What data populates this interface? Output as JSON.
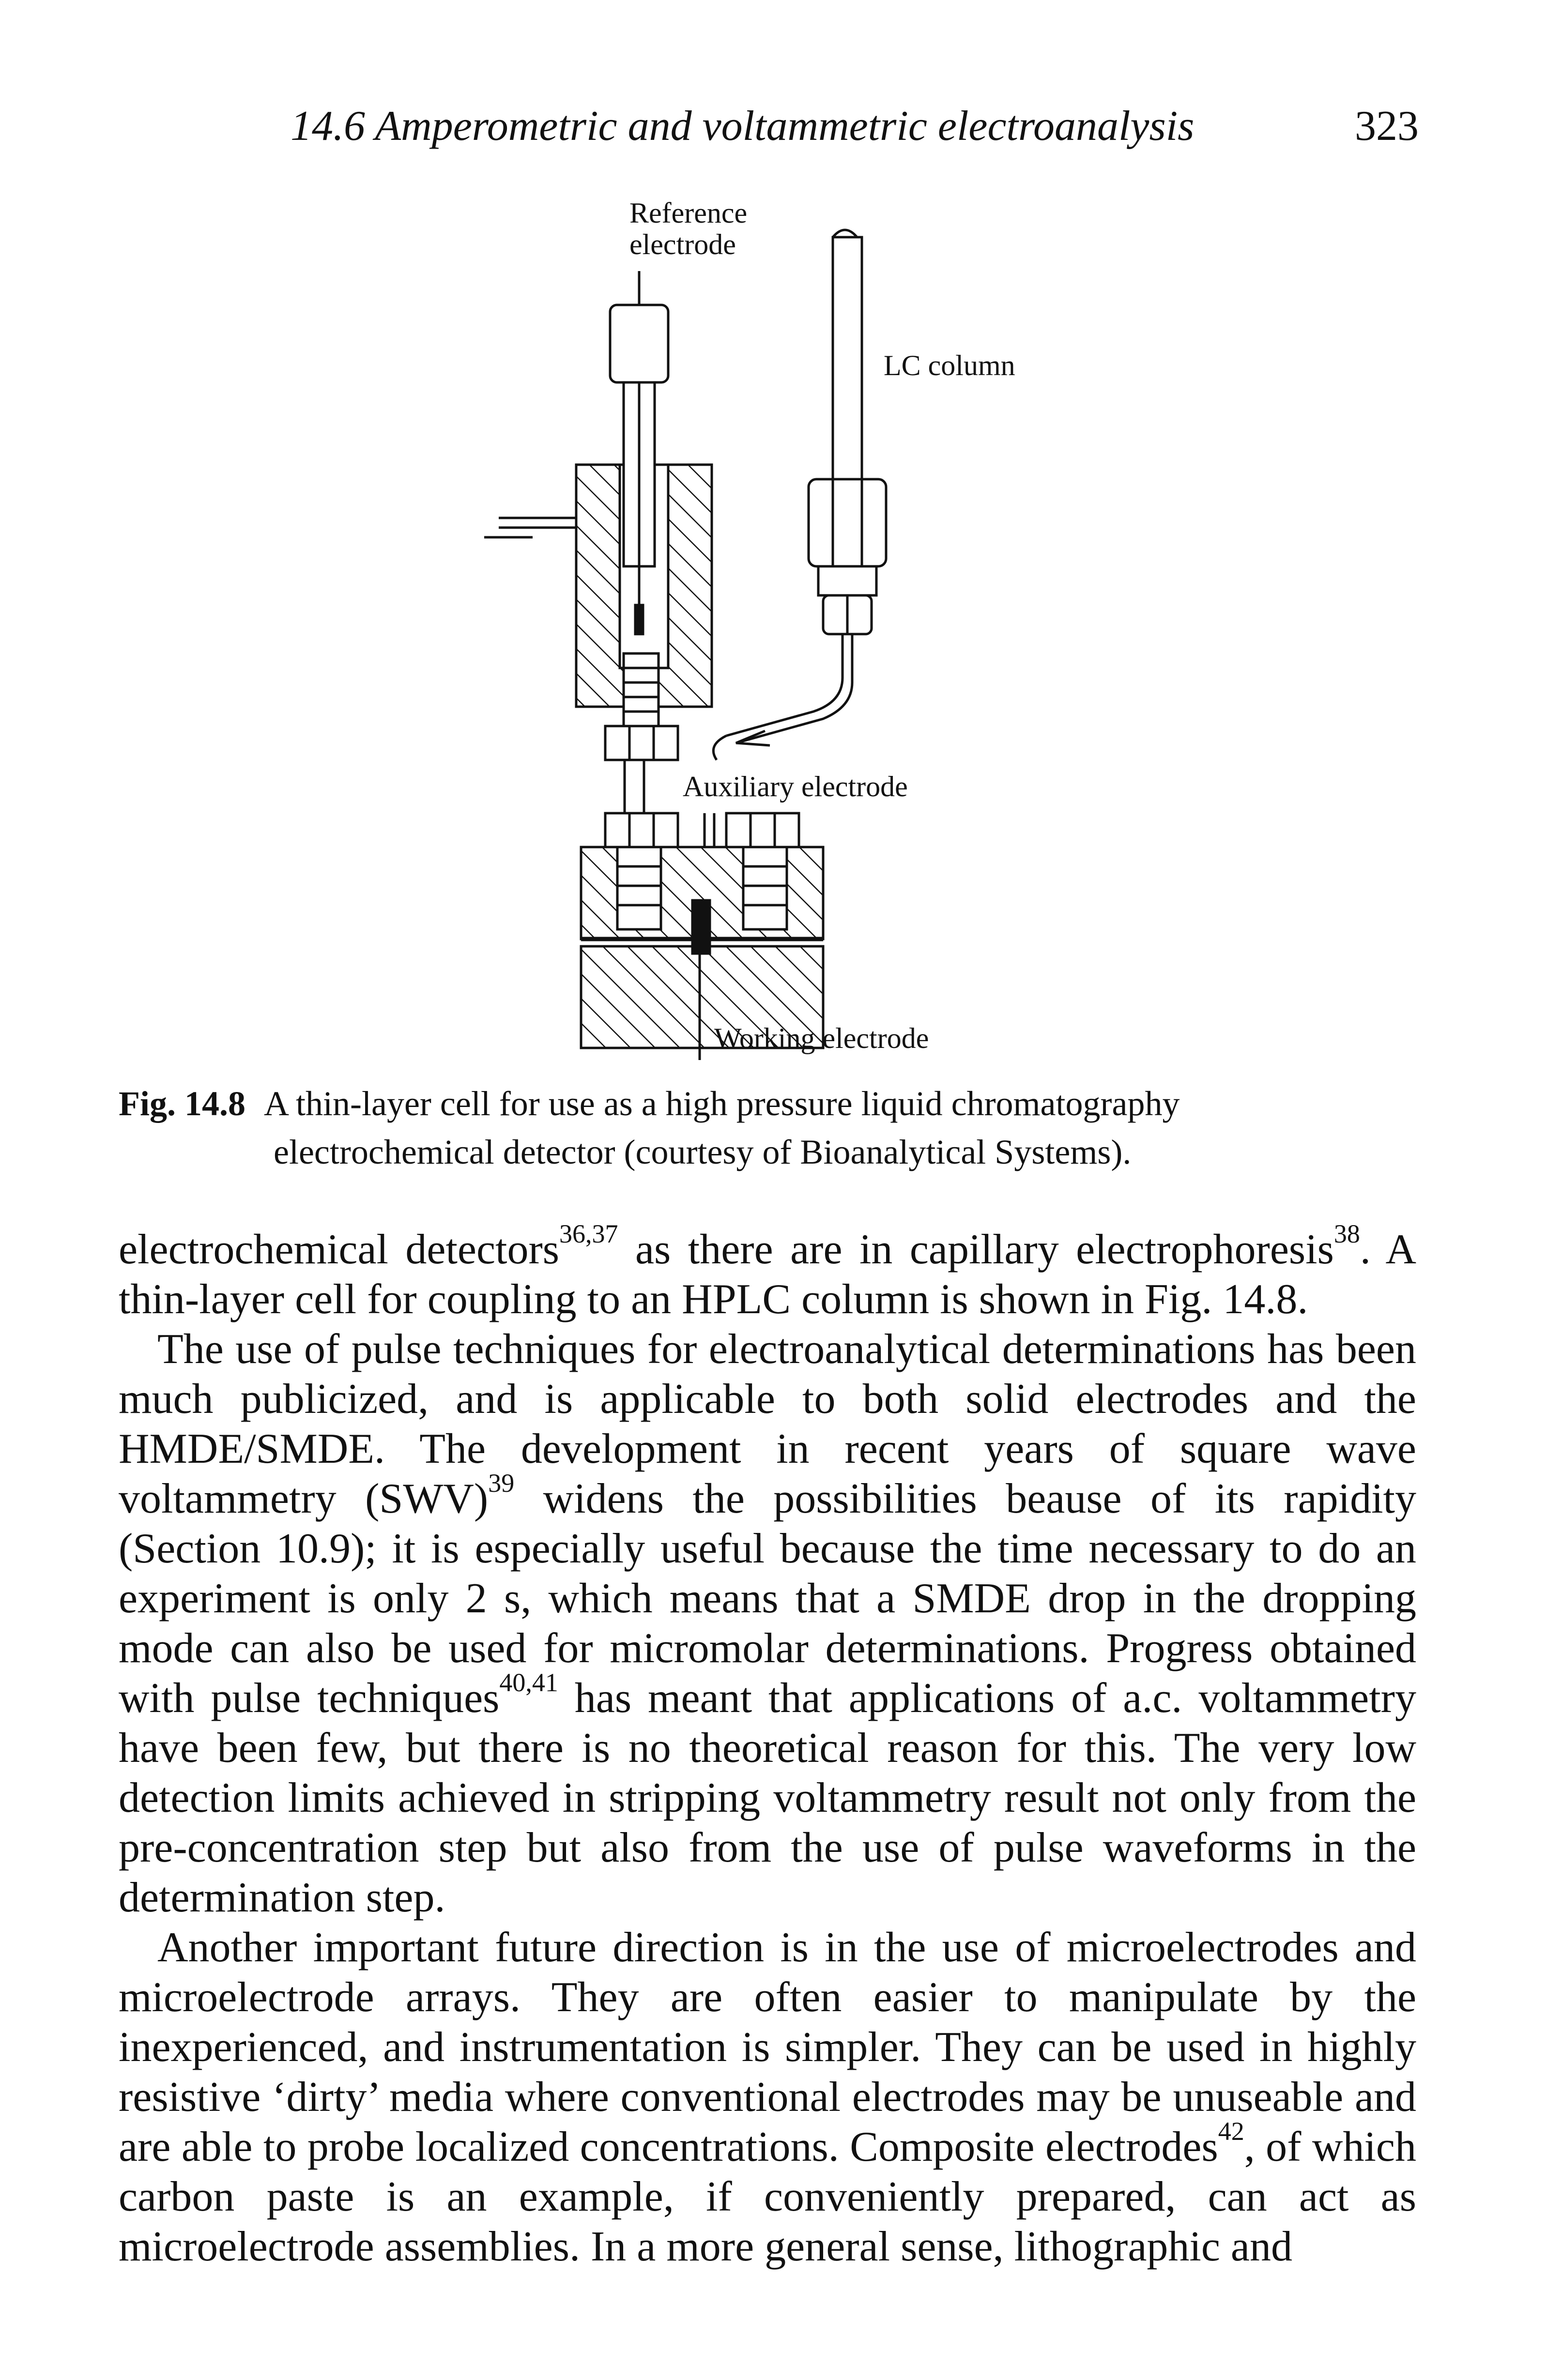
{
  "header": {
    "running_title": "14.6  Amperometric and voltammetric electroanalysis",
    "page_number": "323"
  },
  "figure": {
    "labels": {
      "reference_line1": "Reference",
      "reference_line2": "electrode",
      "lc_column": "LC column",
      "auxiliary": "Auxiliary electrode",
      "working": "Working electrode"
    }
  },
  "caption": {
    "label": "Fig. 14.8",
    "line1": "A thin-layer cell for use as a high pressure liquid chromatography",
    "line2": "electrochemical detector (courtesy of Bioanalytical Systems)."
  },
  "body": {
    "p1": {
      "t1": "electrochemical detectors",
      "s1": "36,37",
      "t2": " as there are in capillary electrophoresis",
      "s2": "38",
      "t3": ". A thin-layer cell for coupling to an HPLC column is shown in Fig. 14.8."
    },
    "p2": {
      "t1": "The use of pulse techniques for electroanalytical determinations has been much publicized, and is applicable to both solid electrodes and the HMDE/SMDE. The development in recent years of square wave voltammetry (SWV)",
      "s1": "39",
      "t2": " widens the possibilities beause of its rapidity (Section 10.9); it is especially useful because the time necessary to do an experiment is only 2 s, which means that a SMDE drop in the dropping mode can also be used for micromolar determinations. Progress obtained with pulse techniques",
      "s2": "40,41",
      "t3": " has meant that applications of a.c. voltammetry have been few, but there is no theoretical reason for this. The very low detection limits achieved in stripping voltammetry result not only from the pre-concentration step but also from the use of pulse waveforms in the determination step."
    },
    "p3": {
      "t1": "Another important future direction is in the use of microelectrodes and microelectrode arrays. They are often easier to manipulate by the inexperienced, and instrumentation is simpler. They can be used in highly resistive ‘dirty’ media where conventional electrodes may be unuseable and are able to probe localized concentrations. Composite electrodes",
      "s1": "42",
      "t2": ", of which carbon paste is an example, if conveniently prepared, can act as microelectrode assemblies. In a more general sense, lithographic and"
    }
  }
}
